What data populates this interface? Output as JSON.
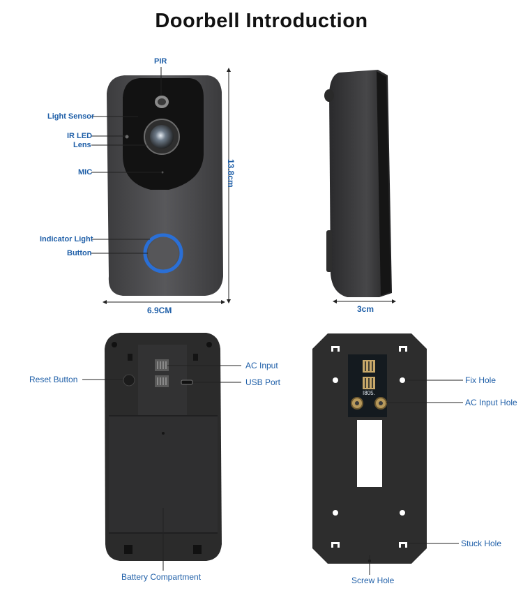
{
  "title": "Doorbell Introduction",
  "front_labels": {
    "pir": "PIR",
    "light_sensor": "Light Sensor",
    "ir_led": "IR LED",
    "lens": "Lens",
    "mic": "MIC",
    "indicator_light": "Indicator Light",
    "button": "Button"
  },
  "dimensions": {
    "height": "13.8cm",
    "width": "6.9CM",
    "depth": "3cm"
  },
  "back_labels": {
    "reset_button": "Reset  Button",
    "ac_input": "AC  Input",
    "usb_port": "USB  Port",
    "battery_compartment": "Battery  Compartment"
  },
  "mount_labels": {
    "fix_hole": "Fix  Hole",
    "ac_input_hole": "AC  Input Hole",
    "stuck_hole": "Stuck  Hole",
    "screw_hole": "Screw  Hole"
  },
  "board_text": "I805.",
  "colors": {
    "label_blue": "#1f5fa8",
    "device_gray": "#4a4a4c",
    "ring_blue": "#2a6fd6",
    "back_black": "#2b2b2b"
  }
}
